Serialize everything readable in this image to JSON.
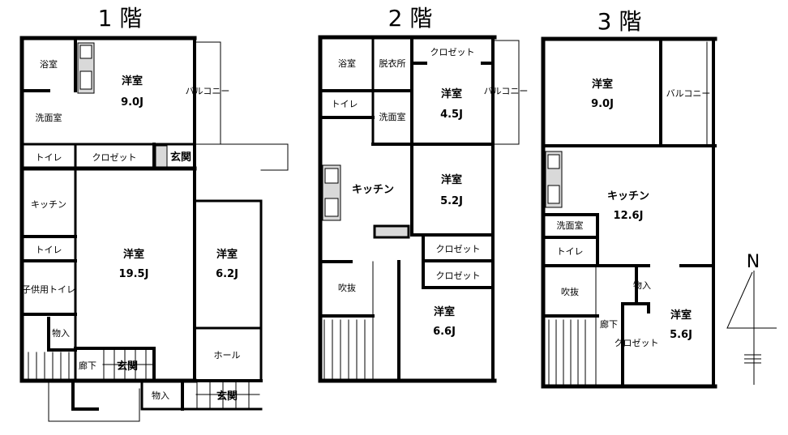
{
  "floors": [
    {
      "title": "1 階",
      "rooms": {
        "bath": "浴室",
        "washroom": "洗面室",
        "toilet1": "トイレ",
        "closet": "クロゼット",
        "entrance_small": "玄関",
        "western_room_a": "洋室",
        "western_room_a_size": "9.0J",
        "balcony": "バルコニー",
        "kitchen": "キッチン",
        "toilet2": "トイレ",
        "kids_toilet": "子供用トイレ",
        "storage1": "物入",
        "hallway": "廊下",
        "entrance1": "玄関",
        "western_room_b": "洋室",
        "western_room_b_size": "19.5J",
        "western_room_c": "洋室",
        "western_room_c_size": "6.2J",
        "hall": "ホール",
        "storage2": "物入",
        "entrance2": "玄関"
      }
    },
    {
      "title": "2 階",
      "rooms": {
        "bath": "浴室",
        "dressing": "脱衣所",
        "toilet": "トイレ",
        "washroom": "洗面室",
        "closet_top": "クロゼット",
        "western_room_a": "洋室",
        "western_room_a_size": "4.5J",
        "balcony": "バルコニー",
        "kitchen": "キッチン",
        "western_room_b": "洋室",
        "western_room_b_size": "5.2J",
        "closet_mid": "クロゼット",
        "closet_low": "クロゼット",
        "void": "吹抜",
        "western_room_c": "洋室",
        "western_room_c_size": "6.6J"
      }
    },
    {
      "title": "3 階",
      "rooms": {
        "western_room_a": "洋室",
        "western_room_a_size": "9.0J",
        "balcony": "バルコニー",
        "kitchen": "キッチン",
        "kitchen_size": "12.6J",
        "washroom": "洗面室",
        "toilet": "トイレ",
        "void": "吹抜",
        "storage": "物入",
        "hallway": "廊下",
        "closet": "クロゼット",
        "western_room_b": "洋室",
        "western_room_b_size": "5.6J"
      }
    }
  ],
  "compass": {
    "label": "N",
    "icon": "north-arrow-icon"
  }
}
